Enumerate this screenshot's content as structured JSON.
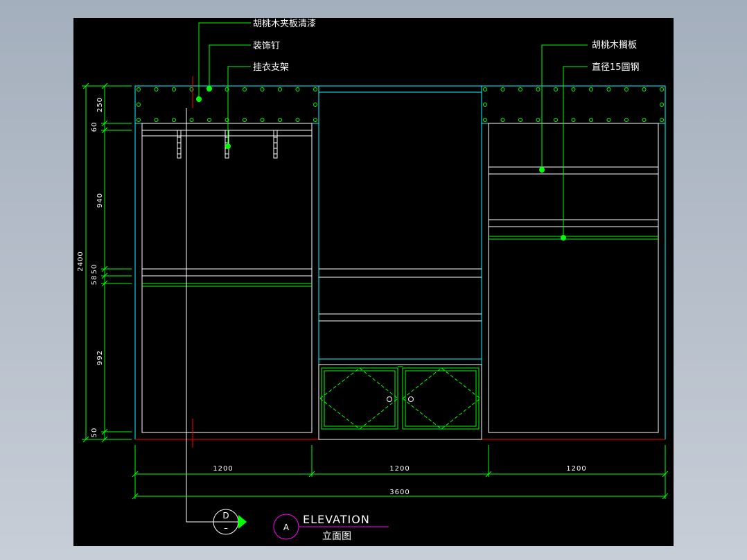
{
  "drawing": {
    "callouts": {
      "walnut_veneer": "胡桃木夹板清漆",
      "decor_nail": "装饰钉",
      "hanger_bracket": "挂衣支架",
      "walnut_shelf": "胡桃木搁板",
      "steel_rod": "直径15圆钢"
    },
    "dims_vertical": {
      "total": "2400",
      "d250": "250",
      "d60": "60",
      "d940": "940",
      "d50a": "50",
      "d58": "58",
      "d992": "992",
      "d50b": "50"
    },
    "dims_horizontal": {
      "w1": "1200",
      "w2": "1200",
      "w3": "1200",
      "total": "3600"
    },
    "section_marker": {
      "letter": "D",
      "sub": "–"
    },
    "title_block": {
      "marker": "A",
      "title": "ELEVATION",
      "subtitle": "立面图"
    },
    "colors": {
      "background": "#000000",
      "outline": "#ffffff",
      "cabinet_edge": "#00ffff",
      "dimension": "#00ff00",
      "section_line": "#ff0000",
      "marker": "#ff00ff"
    }
  }
}
